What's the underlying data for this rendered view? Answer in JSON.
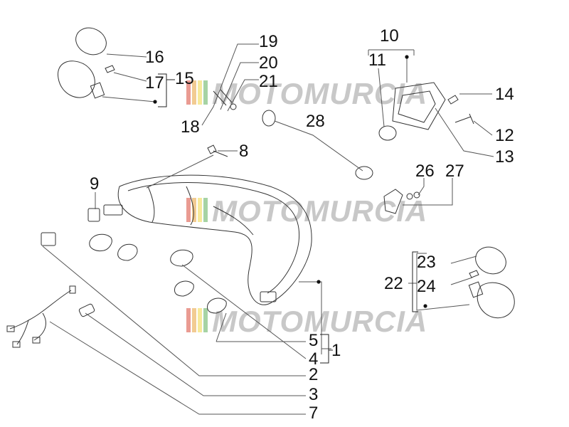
{
  "watermark": {
    "text": "MOTOMURCIA",
    "stripe_colors": [
      "#d94b3a",
      "#e8a23a",
      "#f1d84a",
      "#5fb05a"
    ]
  },
  "callouts": {
    "c1": "1",
    "c2": "2",
    "c3": "3",
    "c4": "4",
    "c5": "5",
    "c7": "7",
    "c8": "8",
    "c9": "9",
    "c10": "10",
    "c11": "11",
    "c12": "12",
    "c13": "13",
    "c14": "14",
    "c15": "15",
    "c16": "16",
    "c17": "17",
    "c18": "18",
    "c19": "19",
    "c20": "20",
    "c21": "21",
    "c22": "22",
    "c23": "23",
    "c24": "24",
    "c26": "26",
    "c27": "27",
    "c28": "28"
  }
}
